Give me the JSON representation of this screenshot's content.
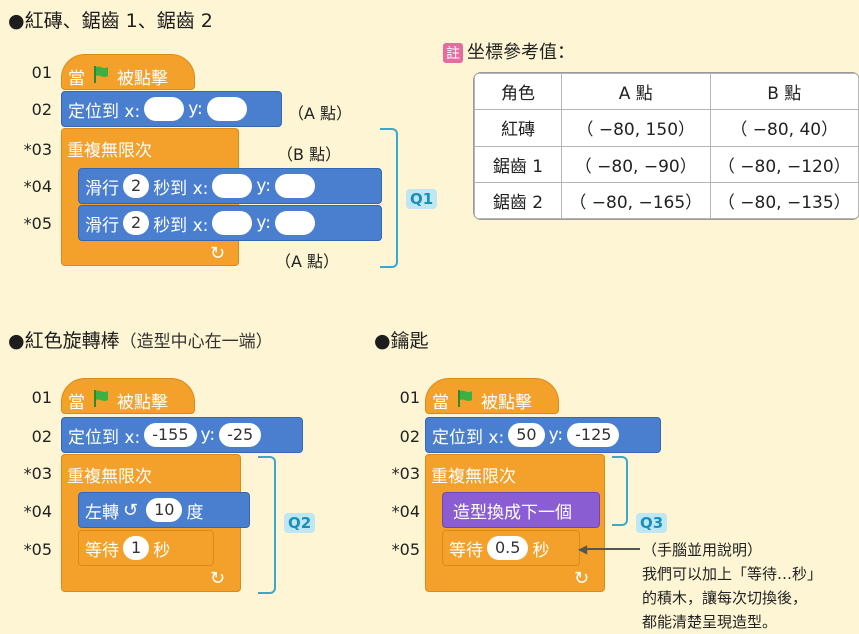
{
  "headings": {
    "top": "●紅磚、鋸齒 1、鋸齒 2",
    "rod": "●紅色旋轉棒",
    "rod_paren": "（造型中心在一端）",
    "key": "●鑰匙"
  },
  "table": {
    "note_badge": "註",
    "note_title": "坐標參考值：",
    "headers": [
      "角色",
      "A 點",
      "B 點"
    ],
    "rows": [
      [
        "紅磚",
        "（ −80, 150）",
        "（ −80, 40）"
      ],
      [
        "鋸齒 1",
        "（ −80, −90）",
        "（ −80, −120）"
      ],
      [
        "鋸齒 2",
        "（ −80, −165）",
        "（ −80, −135）"
      ]
    ]
  },
  "script1": {
    "lines": [
      "01",
      "02",
      "*03",
      "*04",
      "*05"
    ],
    "hat_left": "當",
    "hat_right": "被點擊",
    "goto": "定位到 x:",
    "y": "y:",
    "repeat": "重複無限次",
    "glide": "滑行",
    "glide_secs": "2",
    "glide_to": "秒到 x:",
    "noteA1": "（A 點）",
    "noteB": "（B 點）",
    "noteA2": "（A 點）",
    "badge": "Q1"
  },
  "script2": {
    "lines": [
      "01",
      "02",
      "*03",
      "*04",
      "*05"
    ],
    "hat_left": "當",
    "hat_right": "被點擊",
    "goto": "定位到 x:",
    "x": "-155",
    "y_label": "y:",
    "y": "-25",
    "repeat": "重複無限次",
    "turn": "左轉",
    "turn_val": "10",
    "turn_unit": "度",
    "wait": "等待",
    "wait_val": "1",
    "wait_unit": "秒",
    "badge": "Q2"
  },
  "script3": {
    "lines": [
      "01",
      "02",
      "*03",
      "*04",
      "*05"
    ],
    "hat_left": "當",
    "hat_right": "被點擊",
    "goto": "定位到 x:",
    "x": "50",
    "y_label": "y:",
    "y": "-125",
    "repeat": "重複無限次",
    "costume": "造型換成下一個",
    "wait": "等待",
    "wait_val": "0.5",
    "wait_unit": "秒",
    "badge": "Q3",
    "explain": [
      "（手腦並用說明）",
      "我們可以加上「等待…秒」",
      "的積木，讓每次切換後，",
      "都能清楚呈現造型。"
    ]
  },
  "colors": {
    "event": "#f4a12b",
    "motion": "#4a7fd0",
    "looks": "#8a5ed2",
    "control": "#f4a12b",
    "bracket": "#3aa7cc",
    "flag": "#3cb043"
  }
}
